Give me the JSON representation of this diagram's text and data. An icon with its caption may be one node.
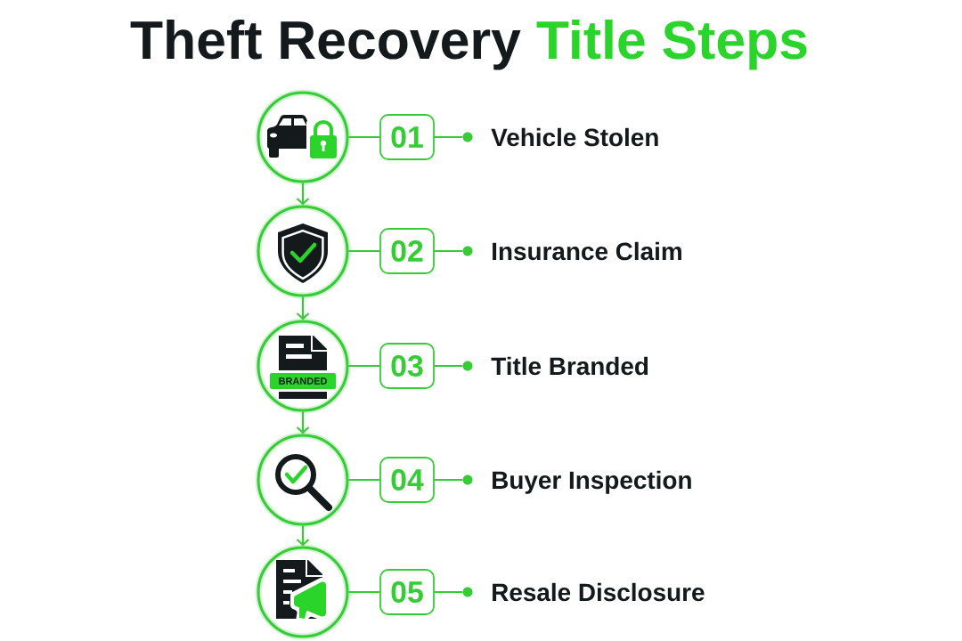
{
  "diagram": {
    "title": "Theft Recovery **Title Steps**",
    "nodes": [
      {
        "text": [],
        "shape": "circle"
      },
      {
        "text": [
          "01"
        ]
      },
      {
        "text": [],
        "shape": "circle",
        "beside": [
          "Vehicle Stolen"
        ]
      },
      {
        "text": [],
        "shape": "circle"
      },
      {
        "text": [
          "02"
        ]
      },
      {
        "text": [],
        "shape": "circle",
        "beside": [
          "Insurance Claim"
        ]
      },
      {
        "text": [
          "BRANDED"
        ]
      },
      {
        "text": [
          "03"
        ]
      },
      {
        "text": [],
        "shape": "circle",
        "beside": [
          "Title Branded"
        ]
      },
      {
        "text": [],
        "shape": "circle"
      },
      {
        "text": [
          "04"
        ]
      },
      {
        "text": [],
        "shape": "circle",
        "beside": [
          "Buyer Inspection"
        ]
      },
      {
        "text": [],
        "shape": "circle"
      },
      {
        "text": [
          "05"
        ]
      },
      {
        "text": [],
        "shape": "circle",
        "beside": [
          "Resale Disclosure"
        ]
      }
    ],
    "edges": [
      {
        "from": 0,
        "to": 1,
        "arrow": "none"
      },
      {
        "from": 1,
        "to": 2,
        "arrow": "none"
      },
      {
        "from": 0,
        "to": 3,
        "arrow": "to"
      },
      {
        "from": 3,
        "to": 4,
        "arrow": "none"
      },
      {
        "from": 4,
        "to": 5,
        "arrow": "none"
      },
      {
        "from": 3,
        "to": 6,
        "arrow": "to"
      },
      {
        "from": 6,
        "to": 7,
        "arrow": "none"
      },
      {
        "from": 7,
        "to": 8,
        "arrow": "none"
      },
      {
        "from": 6,
        "to": 9,
        "arrow": "to"
      },
      {
        "from": 9,
        "to": 10,
        "arrow": "none"
      },
      {
        "from": 10,
        "to": 11,
        "arrow": "none"
      },
      {
        "from": 9,
        "to": 12,
        "arrow": "to"
      },
      {
        "from": 12,
        "to": 13,
        "arrow": "none"
      },
      {
        "from": 13,
        "to": 14,
        "arrow": "none"
      }
    ]
  }
}
